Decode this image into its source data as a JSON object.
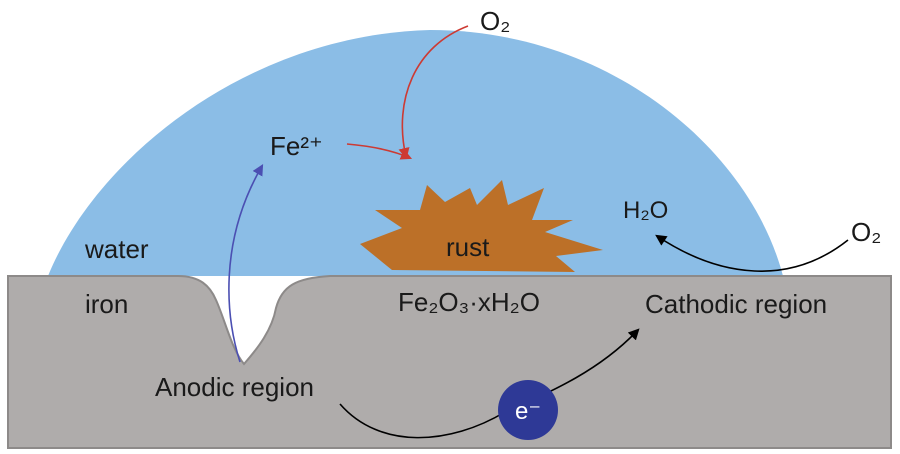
{
  "colors": {
    "water": "#8bbde6",
    "iron": "#afacab",
    "iron_outline": "#8d8a89",
    "rust": "#bc7028",
    "electron": "#2e3996",
    "fe_arrow": "#4b4fb2",
    "o2_arrow": "#cd3a33",
    "black_arrow": "#000000"
  },
  "labels": {
    "water": "water",
    "iron": "iron",
    "rust": "rust",
    "rust_formula": "Fe₂O₃·xH₂O",
    "fe_ion": "Fe²⁺",
    "o2_top": "O₂",
    "o2_right": "O₂",
    "h2o": "H₂O",
    "cathodic_region": "Cathodic region",
    "anodic_region": "Anodic region",
    "electron": "e⁻"
  }
}
